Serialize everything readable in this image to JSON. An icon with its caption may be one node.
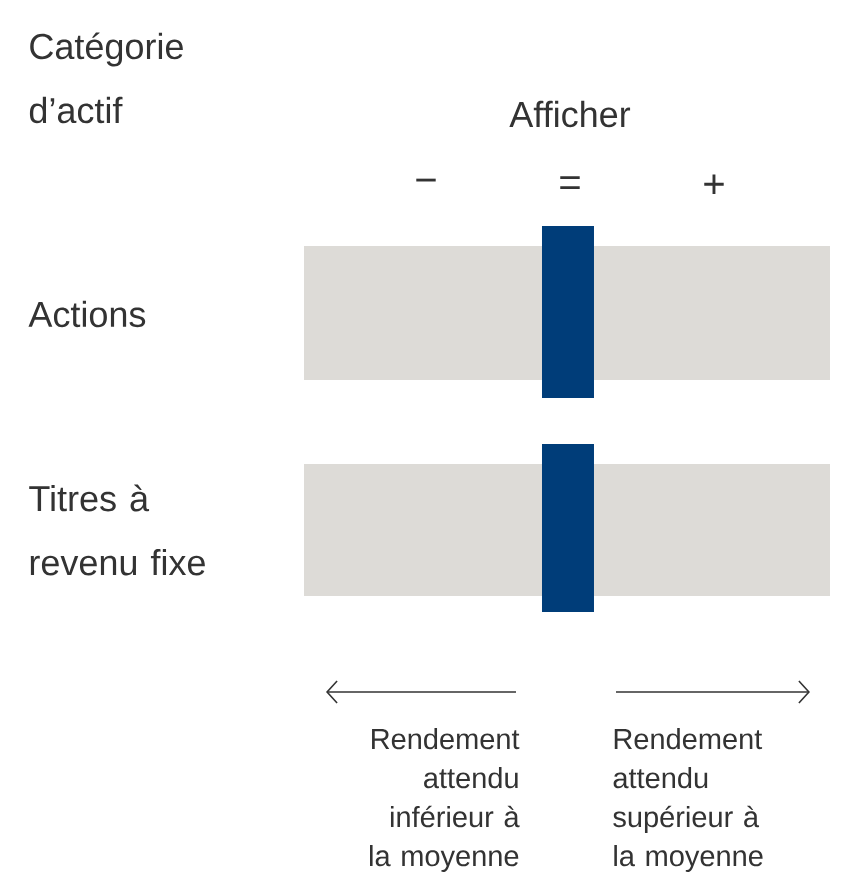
{
  "diagram": {
    "nodes": [
      {
        "text": [],
        "shape": "bar"
      },
      {
        "text": [],
        "shape": "bar"
      },
      {
        "text": [],
        "shape": "bar"
      },
      {
        "text": [],
        "shape": "bar"
      }
    ],
    "labels": [
      "Catégorie d’actif",
      "Afficher",
      "−",
      "=",
      "+",
      "Actions",
      "Titres à revenu fixe",
      "Rendement attendu inférieur à la moyenne",
      "Rendement attendu supérieur à la moyenne"
    ]
  }
}
